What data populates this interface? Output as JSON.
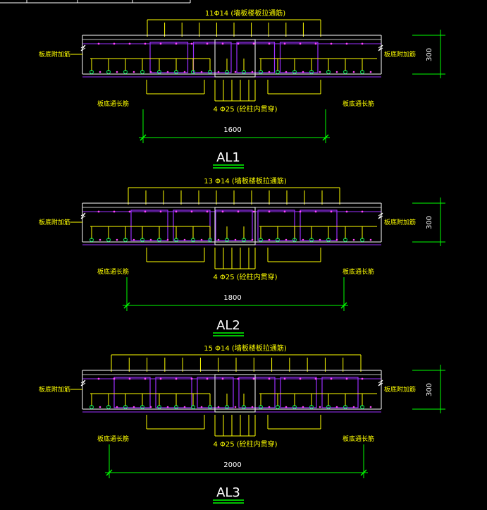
{
  "colors": {
    "background": "#000000",
    "structure": "#ffffff",
    "rebar": "#ffff00",
    "stirrup": "#9b30ff",
    "dimension": "#00ff00",
    "rebar_dot": "#ff44ff",
    "bottom_dot": "#00ff66",
    "title": "#ffffff",
    "label": "#ffff00"
  },
  "sections": [
    {
      "name": "AL1",
      "top_label": "11Φ14 (墙板楼板拉通筋)",
      "bottom_label": "4 Φ25 (砼柱内贯穿)",
      "left_side_label": "板底附加筋",
      "right_side_label": "板底附加筋",
      "left_bottom_label": "板底通长筋",
      "right_bottom_label": "板底通长筋",
      "height_dim": "300",
      "width_dim": "1600"
    },
    {
      "name": "AL2",
      "top_label": "13 Φ14 (墙板楼板拉通筋)",
      "bottom_label": "4 Φ25 (砼柱内贯穿)",
      "left_side_label": "板底附加筋",
      "right_side_label": "板底附加筋",
      "left_bottom_label": "板底通长筋",
      "right_bottom_label": "板底通长筋",
      "height_dim": "300",
      "width_dim": "1800"
    },
    {
      "name": "AL3",
      "top_label": "15 Φ14 (墙板楼板拉通筋)",
      "bottom_label": "4 Φ25 (砼柱内贯穿)",
      "left_side_label": "板底附加筋",
      "right_side_label": "板底附加筋",
      "left_bottom_label": "板底通长筋",
      "right_bottom_label": "板底通长筋",
      "height_dim": "300",
      "width_dim": "2000"
    }
  ]
}
